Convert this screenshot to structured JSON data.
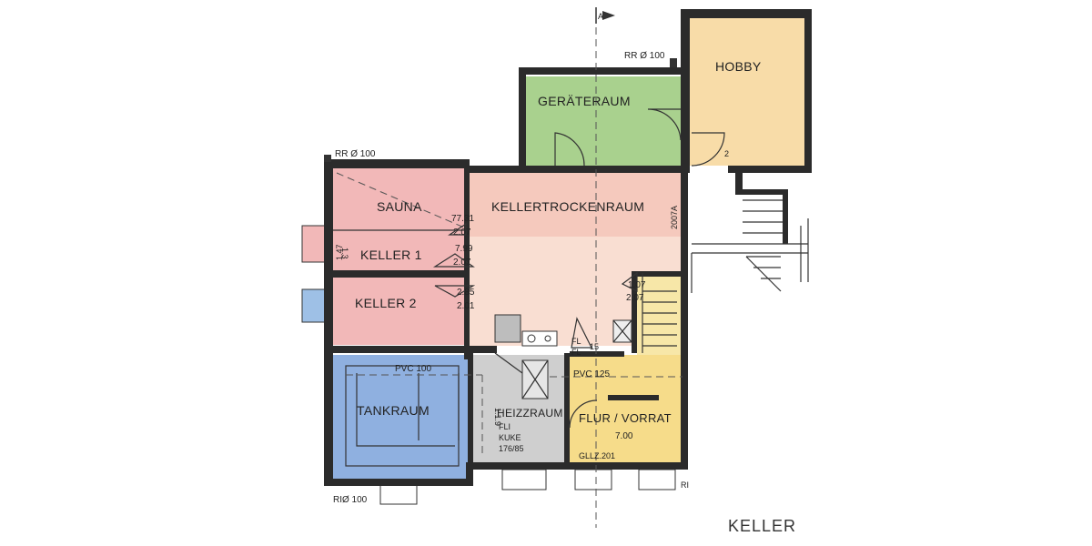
{
  "title": "KELLER",
  "colors": {
    "sauna": "#f2b8b8",
    "keller": "#f2b8b8",
    "trocken": "#f7d2c6",
    "geraete": "#a9d18e",
    "hobby": "#f8dca8",
    "tank": "#8fb0e0",
    "heiz": "#cfcfcf",
    "flur": "#f6dc8a"
  },
  "rooms": {
    "sauna": "SAUNA",
    "keller1": "KELLER 1",
    "keller2": "KELLER 2",
    "kellertrocken": "KELLERTROCKENRAUM",
    "geraete": "GERÄTERAUM",
    "hobby": "HOBBY",
    "tank": "TANKRAUM",
    "heiz": "HEIZZRAUM",
    "flur": "FLUR / VORRAT"
  },
  "annotations": {
    "rr_top": "RR Ø 100",
    "rr_left": "RR Ø 100",
    "rr_bottom": "RIØ 100",
    "pvc100": "PVC 100",
    "pvc125": "PVC 125",
    "sauna_top": "77.31",
    "sauna_bottom": "2.07",
    "k1_top": "7.99",
    "k1_bottom": "2.07",
    "k2_top": "2.85",
    "k2_bottom": "2.01",
    "stair_top": "1.07",
    "stair_bottom": "2.07",
    "flur_area": "7.00",
    "gllz": "GLLZ.201",
    "heiz_note1": "FLI",
    "heiz_note2": "KUKE",
    "heiz_note3": "176/85",
    "fl1": "FL",
    "fl2": "FL",
    "wall_note": "2007A",
    "sauna_side": "1.3",
    "k1_side": "1.47",
    "heiz_side": "1.1.9",
    "n15": "15",
    "s2": "2",
    "ri": "RI"
  }
}
